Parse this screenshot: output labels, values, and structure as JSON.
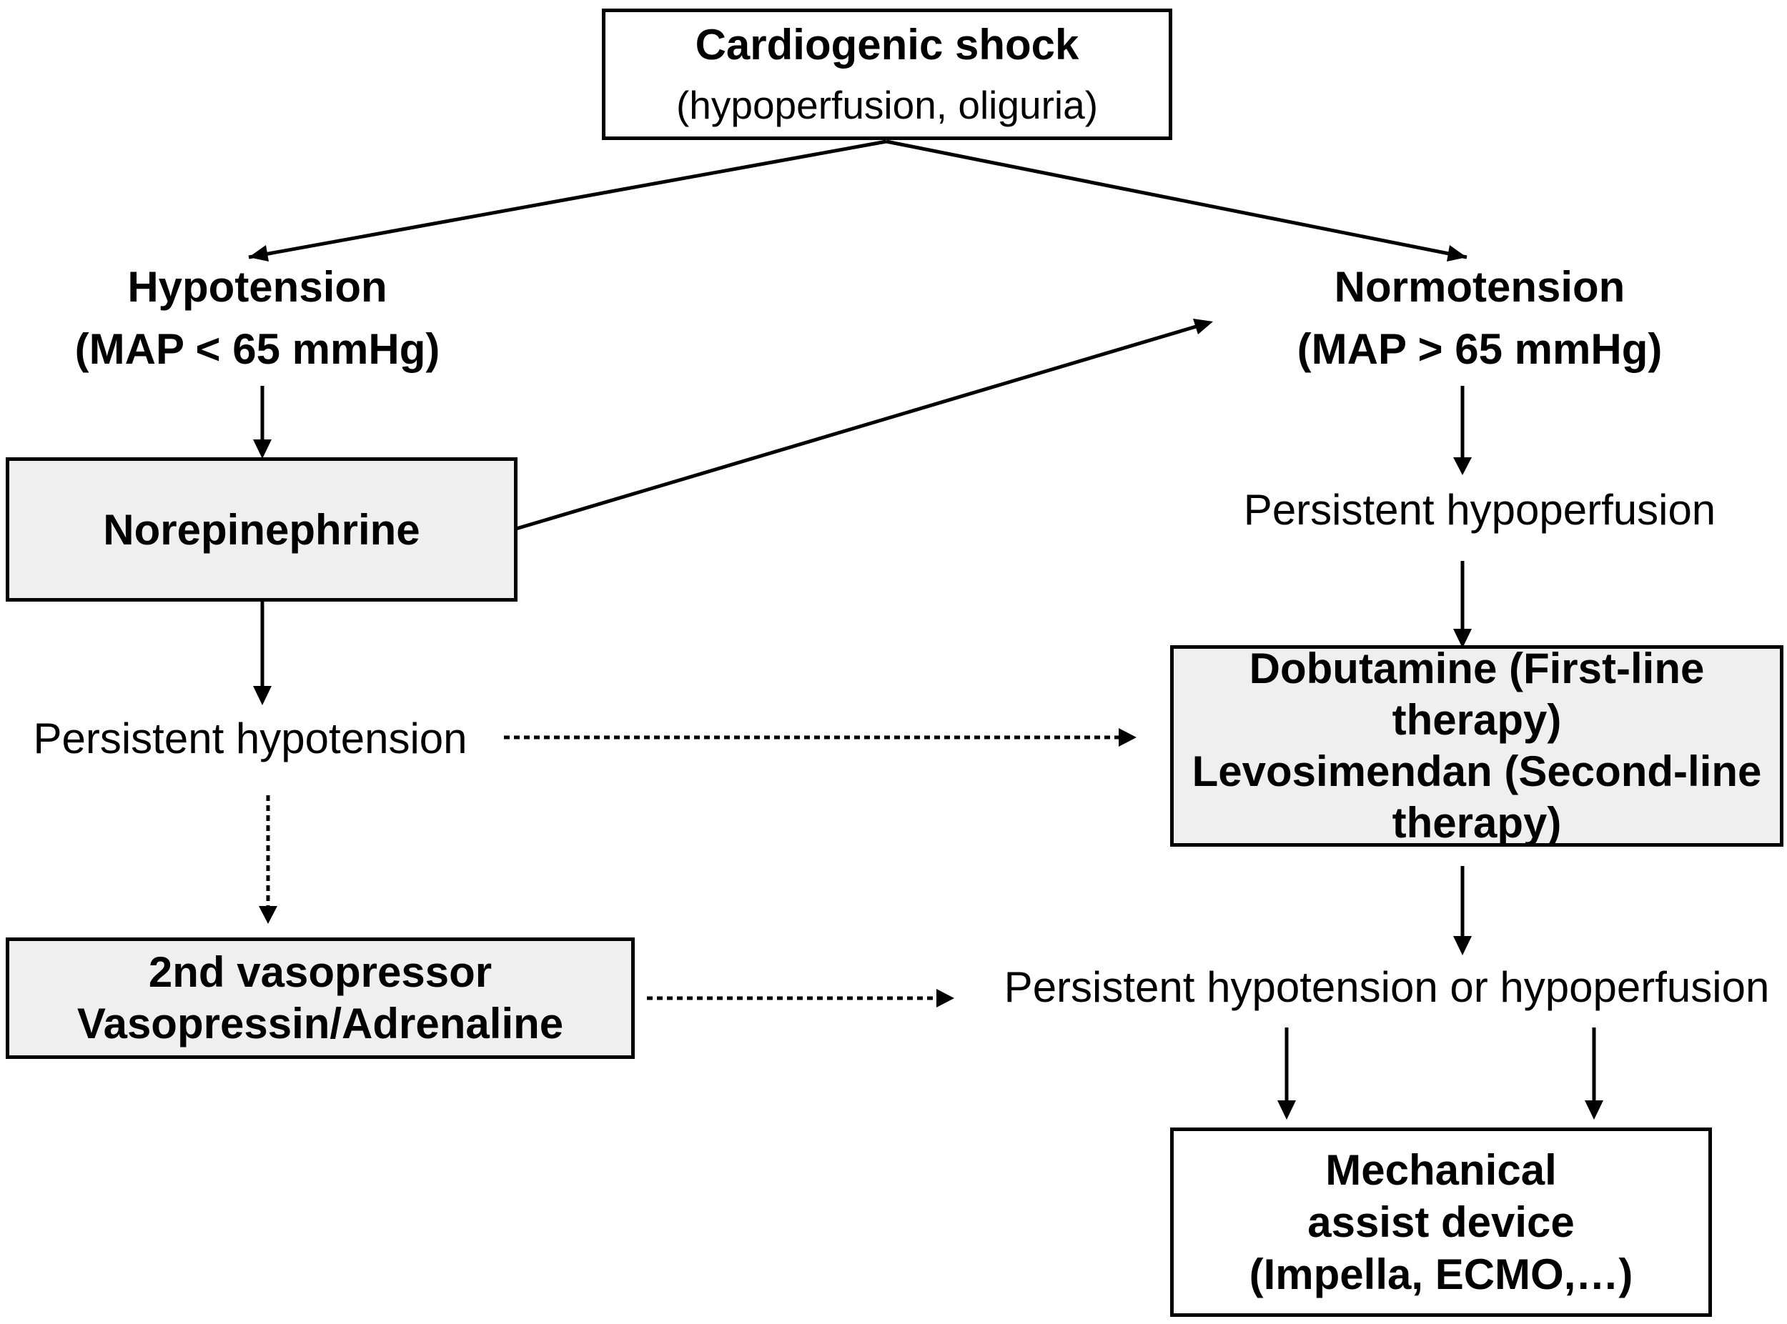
{
  "nodes": {
    "cardiogenic_shock": {
      "title": "Cardiogenic shock",
      "subtitle": "(hypoperfusion, oliguria)"
    },
    "hypotension": {
      "title": "Hypotension",
      "criterion": "(MAP < 65 mmHg)"
    },
    "normotension": {
      "title": "Normotension",
      "criterion": "(MAP > 65 mmHg)"
    },
    "norepinephrine": {
      "label": "Norepinephrine"
    },
    "persistent_hypoperfusion": {
      "label": "Persistent hypoperfusion"
    },
    "persistent_hypotension": {
      "label": "Persistent hypotension"
    },
    "inotropes": {
      "line1": "Dobutamine (First-line therapy)",
      "line2": "Levosimendan (Second-line",
      "line3": "therapy)"
    },
    "second_vasopressor": {
      "line1": "2nd vasopressor",
      "line2": "Vasopressin/Adrenaline"
    },
    "persistent_hypotension_or_hypoperfusion": {
      "label": "Persistent hypotension or hypoperfusion"
    },
    "mechanical_assist": {
      "line1": "Mechanical",
      "line2": "assist device",
      "line3": "(Impella, ECMO,…)"
    }
  },
  "colors": {
    "box_fill": "#efefef",
    "stroke": "#000000",
    "background": "#ffffff"
  }
}
